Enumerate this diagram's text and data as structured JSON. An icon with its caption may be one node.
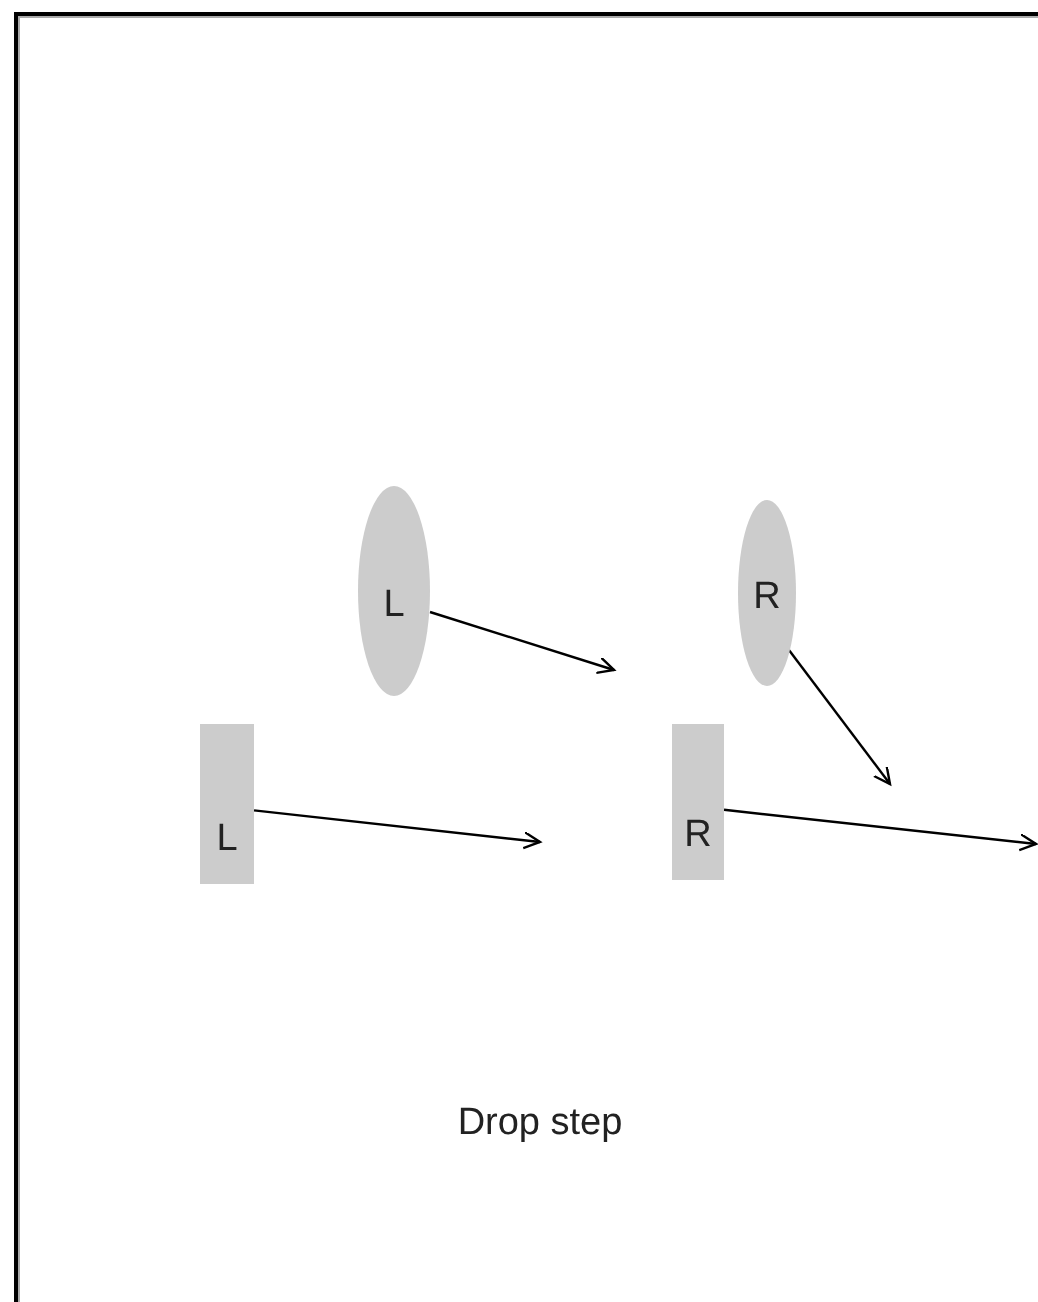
{
  "diagram": {
    "nodes": [
      {
        "text": [
          "L"
        ]
      },
      {
        "text": [
          "R"
        ]
      },
      {
        "text": [
          "L"
        ]
      },
      {
        "text": [
          "R"
        ]
      }
    ],
    "edges": [
      {
        "from": 0,
        "to": null,
        "arrow": "to"
      },
      {
        "from": 1,
        "to": null,
        "arrow": "to"
      },
      {
        "from": 2,
        "to": null,
        "arrow": "to"
      },
      {
        "from": 3,
        "to": null,
        "arrow": "to"
      }
    ],
    "labels": [
      "Drop step"
    ]
  }
}
